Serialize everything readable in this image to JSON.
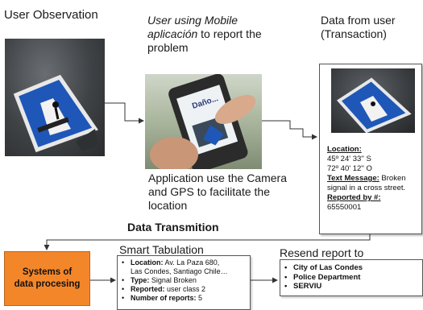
{
  "steps": {
    "observation": "User Observation",
    "mobile_line1": "User using Mobile",
    "mobile_line2_italic": "aplicación",
    "mobile_line2_rest": " to report the",
    "mobile_line3": "problem",
    "data_line1": "Data from user",
    "data_line2": "(Transaction)",
    "app_line1": "Application use the Camera",
    "app_line2": "and GPS to facilitate the",
    "app_line3": "location"
  },
  "phone_screen_text": "Daño...",
  "report": {
    "location_label": "Location:",
    "lat": "45º 24' 33'' S",
    "lon": "72º 40' 12'' O",
    "message_label": "Text Message:",
    "message_text_1": " Broken",
    "message_text_2": "signal in a cross street.",
    "reported_label": "Reported by #:",
    "reported_value": "65550001"
  },
  "transmission": "Data Transmition",
  "systems": {
    "line1": "Systems of",
    "line2": "data procesing"
  },
  "smart": {
    "title": "Smart Tabulation",
    "location_label": "Location:",
    "location_value_1": " Av. La Paza 680,",
    "location_value_2": "Las Condes, Santiago Chile…",
    "type_label": "Type:",
    "type_value": " Signal Broken",
    "reported_label": "Reported:",
    "reported_value": " user class 2",
    "count_label": "Number of reports:",
    "count_value": " 5"
  },
  "resend": {
    "title": "Resend report to",
    "items": [
      "City of Las Condes",
      "Police Department",
      "SERVIU"
    ]
  },
  "colors": {
    "accent_orange": "#f4862a",
    "sign_blue": "#1f57b8"
  }
}
